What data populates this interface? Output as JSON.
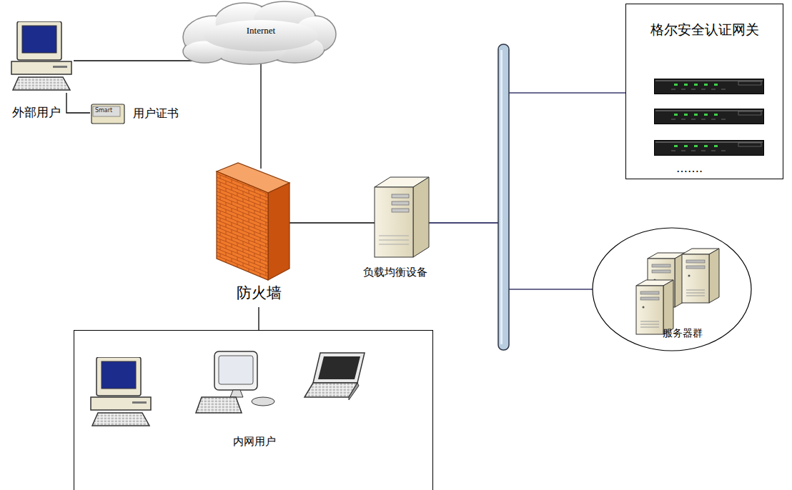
{
  "diagram": {
    "nodes": [
      {
        "text": [
          "外部用户"
        ]
      },
      {
        "text": [
          "Smart",
          "用户证书"
        ]
      },
      {
        "text": [
          "Internet"
        ]
      },
      {
        "text": [
          "防火墙"
        ]
      },
      {
        "text": [
          "负载均衡设备"
        ]
      },
      {
        "text": [
          "格尔安全认证网关"
        ]
      },
      {
        "text": [
          "服务器群"
        ]
      },
      {
        "text": [
          "内网用户"
        ]
      }
    ],
    "edges": [
      {
        "from": 0,
        "to": 2,
        "arrow": "none"
      },
      {
        "from": 0,
        "to": 1,
        "arrow": "none"
      },
      {
        "from": 2,
        "to": 3,
        "arrow": "none"
      },
      {
        "from": 3,
        "to": 4,
        "arrow": "none"
      },
      {
        "from": 3,
        "to": 7,
        "arrow": "none"
      },
      {
        "from": 4,
        "to": 5,
        "arrow": "none"
      },
      {
        "from": 4,
        "to": 6,
        "arrow": "none"
      }
    ],
    "labels": [
      "……."
    ]
  }
}
